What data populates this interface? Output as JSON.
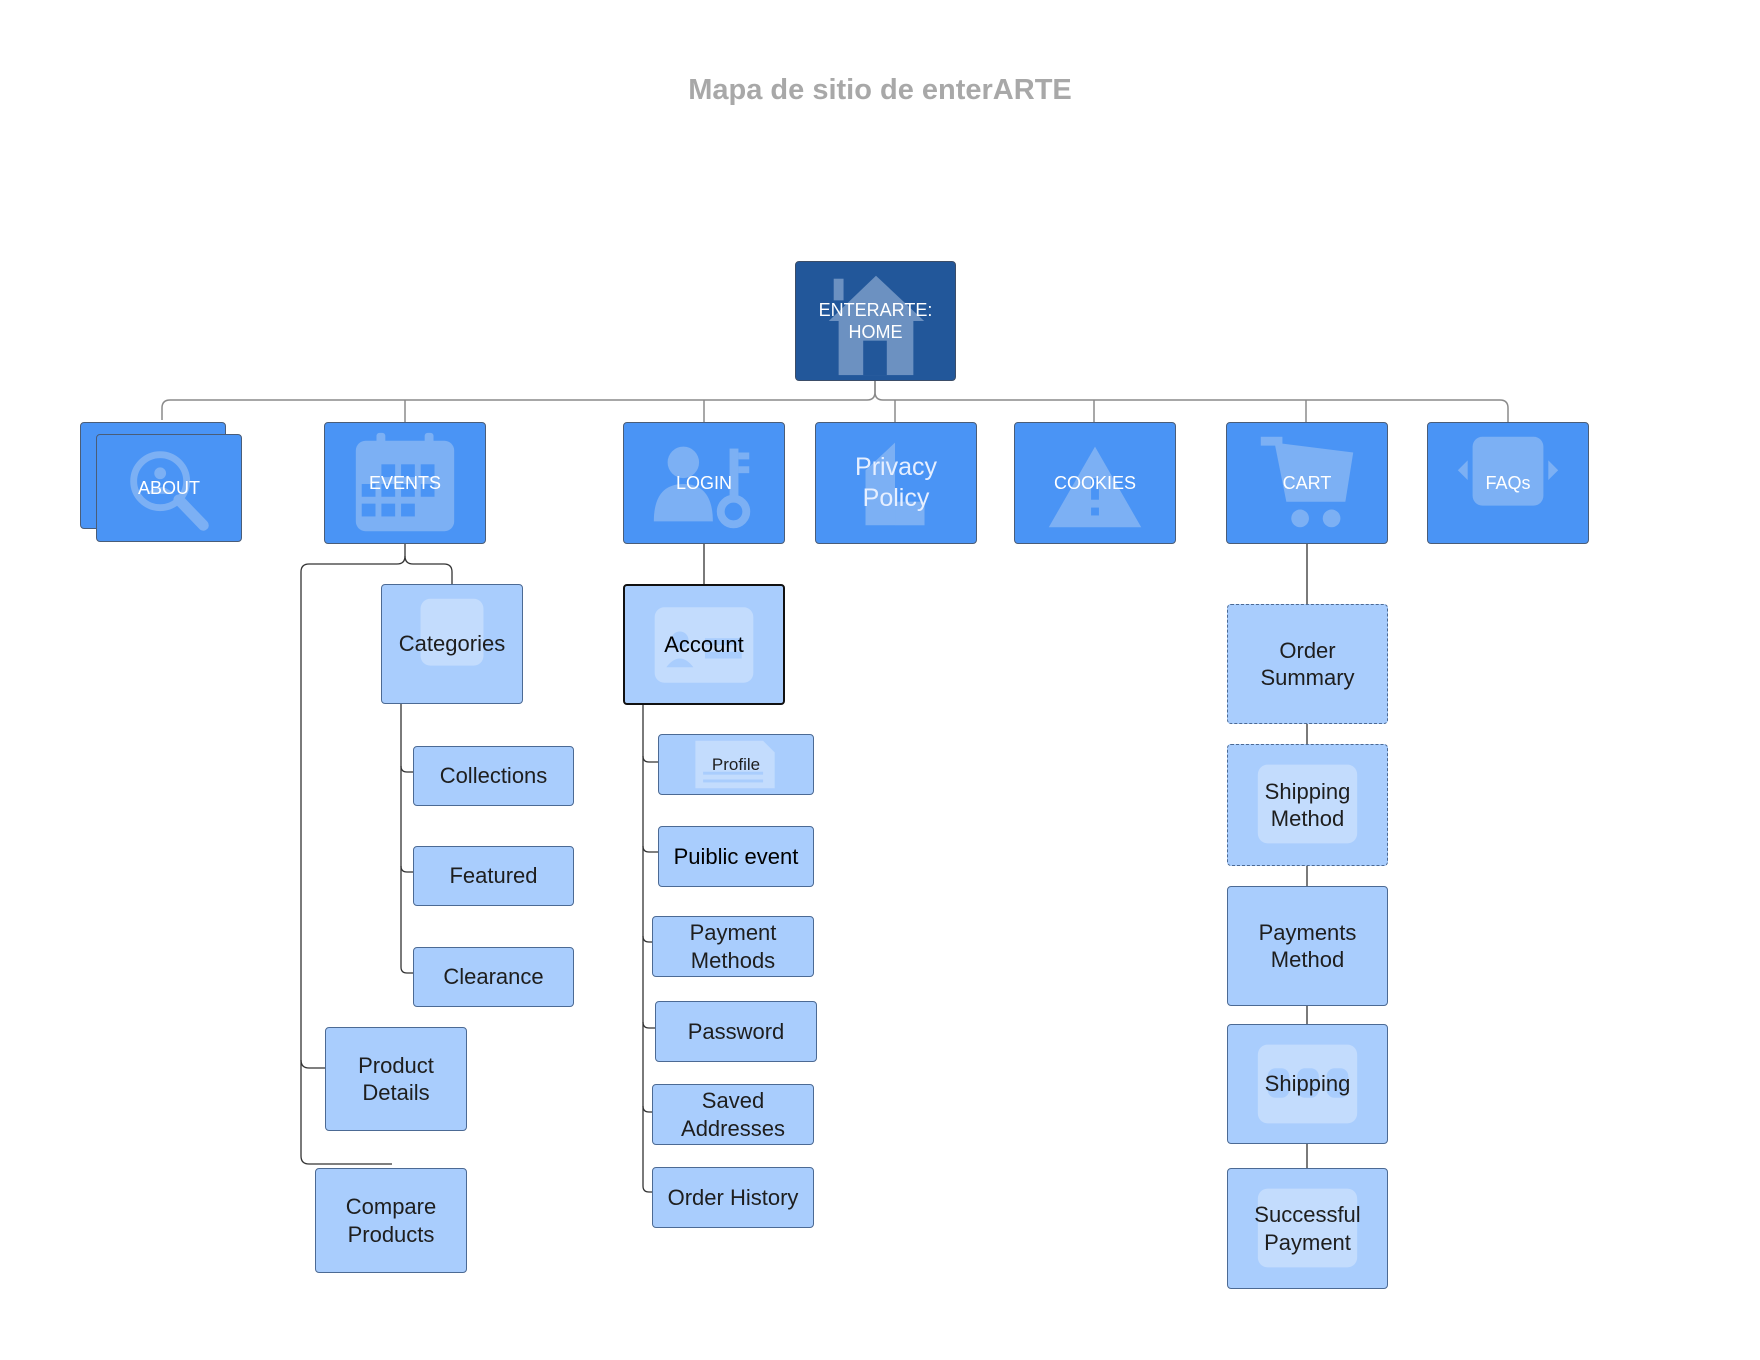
{
  "title": "Mapa de sitio de enterARTE",
  "home": {
    "label_line1": "ENTERARTE:",
    "label_line2": "HOME",
    "icon": "house-icon"
  },
  "sections": {
    "about": {
      "label": "ABOUT",
      "icon": "magnifier-icon"
    },
    "events": {
      "label": "EVENTS",
      "icon": "calendar-icon"
    },
    "login": {
      "label": "LOGIN",
      "icon": "user-key-icon"
    },
    "privacy": {
      "label_line1": "Privacy",
      "label_line2": "Policy",
      "icon": "document-icon"
    },
    "cookies": {
      "label": "COOKIES",
      "icon": "warning-icon"
    },
    "cart": {
      "label": "CART",
      "icon": "cart-icon"
    },
    "faqs": {
      "label": "FAQs",
      "icon": "image-carousel-icon"
    }
  },
  "events_children": {
    "categories": {
      "label": "Categories",
      "icon": "image-icon"
    },
    "collections": "Collections",
    "featured": "Featured",
    "clearance": "Clearance",
    "product_details": {
      "line1": "Product",
      "line2": "Details"
    },
    "compare_products": {
      "line1": "Compare",
      "line2": "Products"
    }
  },
  "login_children": {
    "account": {
      "label": "Account",
      "icon": "id-card-icon"
    },
    "profile": {
      "label": "Profile",
      "icon": "document-icon"
    },
    "public_event": "Puiblic event",
    "payment_methods": {
      "line1": "Payment",
      "line2": "Methods"
    },
    "password": "Password",
    "saved_addresses": {
      "line1": "Saved",
      "line2": "Addresses"
    },
    "order_history": "Order History"
  },
  "cart_children": {
    "order_summary": {
      "line1": "Order",
      "line2": "Summary"
    },
    "shipping_method": {
      "line1": "Shipping",
      "line2": "Method"
    },
    "payments_method": {
      "line1": "Payments",
      "line2": "Method"
    },
    "shipping": "Shipping",
    "successful_payment": {
      "line1": "Successful",
      "line2": "Payment"
    }
  },
  "colors": {
    "home_fill": "#22579a",
    "section_fill": "#4a94f5",
    "subpage_fill": "#a9cdfd",
    "title": "#a8a8a8",
    "connector": "#808080"
  }
}
